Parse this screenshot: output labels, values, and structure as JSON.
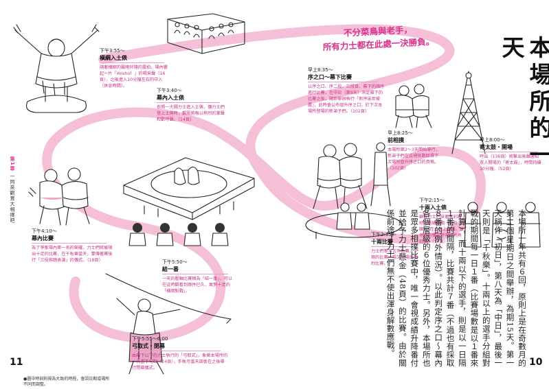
{
  "main_title": "本場所的一天",
  "banner": [
    "不分菜鳥與老手，",
    "所有力士都在此處一決勝負。"
  ],
  "chapter": {
    "number": "第1章",
    "title": "一同來觀賞大相撲吧"
  },
  "page_numbers": {
    "left": "11",
    "right": "10"
  },
  "colors": {
    "accent": "#d8328c",
    "road": "#f5c0d7",
    "caption_bar": "#e7a0c4"
  },
  "schedule": [
    {
      "id": "yokozuna-dohyoiri",
      "time": "下午3:55～",
      "title": "橫綱入土俵",
      "body": "隨著橫綱的屬睹伴隨的露拍，場內響起一片「Yoisho！」的喝采聲（16頁），之後進入10分鐘左右的中入（休息時間）。"
    },
    {
      "id": "makuuchi-dohyoiri",
      "time": "下午3:40～",
      "title": "幕內入土俵",
      "body": "依照一大關力士進入土俵，儀力士們登上土俵時，觀眾將報以熱烈的掌聲和歡呼聲。（14頁）"
    },
    {
      "id": "jonokuchi",
      "time": "早上8:35～",
      "title": "序之口～幕下比賽",
      "body": "以序之口、序二段、三段目、幕下的順序進行比賽，在中日（第8天）決定幕下的比賽之後，隨即舉辦執行「新序出世披露」，此時會公布晉升序之口、於下次本場所登場的新弟子們。（102頁）"
    },
    {
      "id": "maezumo",
      "time": "早上8:25～",
      "title": "前相撲",
      "body": "本場所第2～3天開始舉行，新弟子們在這裡挑戰取得下次場所晉升序之口的資格。（102頁）"
    },
    {
      "id": "yosedaiko",
      "time": "早上8:00～",
      "title": "寄太鼓・開場",
      "body": "呼出（136頁）將擊出高聲通知眾人開場的「寄太鼓」，時間持續30分鐘。（52頁）"
    },
    {
      "id": "juryo-dohyoiri",
      "time": "下午2:15～",
      "title": "十兩入土俵",
      "body": "顧取力士們穿著五彩繽紛的刺繡腰圍（化妝腰），在土俵上登場，並停時的儀式呼叫和熱熱起來。（14頁）"
    },
    {
      "id": "juryo-bouts",
      "time": "下午2:35～",
      "title": "十兩比賽",
      "body": "力士們等方言有比賽，十兩的比賽一場又一場的激烈比賽。"
    },
    {
      "id": "makuuchi-bouts",
      "time": "下午4:10～",
      "title": "幕內比賽",
      "body": "為了爭奪場內第一名的榮耀，力士們將展現出十足的比賽，在千秋樂當天，蒙傳著賽後行「三役揃踏表演」的儀式。（18頁）"
    },
    {
      "id": "musubi",
      "time": "下午5:50～",
      "title": "結一番",
      "body": "一天的壓軸比賽稱為「結一番」，可以在這時觀看到兩件已久、氣勢十足的「横綱對戰」。"
    },
    {
      "id": "yumitori",
      "time": "下午5:55～6:00",
      "title": "弓取式・閉幕",
      "body": "由幕下以下的力士執行的「弓取式」，象徵本場所的一天畫下句點（24頁），手執弓當天調會在之後舉行閉幕儀式。"
    }
  ],
  "prose": "本場所一年共有６回，原則上是在奇數月的第二個星期日之間舉辦，為期15天。第一天稱作「初日」，第八天為「中日」，最後一天則是「千秋樂」。十兩以上的選手分組對戰的期間每一日１番（比賽場數是以１番來計算），而十兩以下的選手，則是以一日隔１番的間隔，比賽共計７番（不過也有採取８番的例外情況）。以此判定序之口～幕內各個層級的６位優秀力士。另外，本場所也是眾多相撲比賽中，唯一會視成績升降番付並給予力士懸金（48頁）的比賽。由於關係前途，力士們無不使出渾身解數應戰。",
  "footnote": "●圖中時刻則視為大致的時程，會因日期或場所不同而調整。"
}
